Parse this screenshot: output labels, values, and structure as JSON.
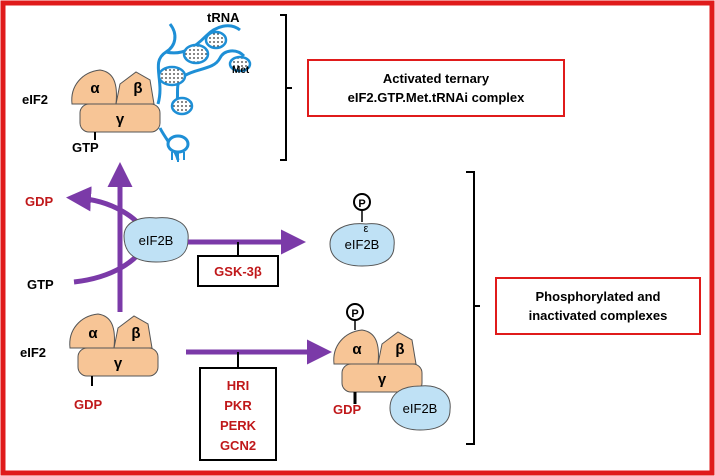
{
  "colors": {
    "frame": "#e01b1b",
    "accent_text": "#c0181a",
    "arrow": "#7b3aa8",
    "subunit_fill": "#f7c596",
    "eif2b_fill": "#bfe1f5",
    "trna_stroke": "#1e8fd6"
  },
  "top_complex": {
    "eif2_label": "eIF2",
    "alpha": "α",
    "beta": "β",
    "gamma": "γ",
    "gtp_label": "GTP",
    "trna_label": "tRNA",
    "met_label": "Met"
  },
  "top_box": {
    "line1": "Activated ternary",
    "line2": "eIF2.GTP.Met.tRNAi complex"
  },
  "exchange": {
    "gdp_out": "GDP",
    "gtp_in": "GTP",
    "eif2b_label": "eIF2B"
  },
  "kinase_box_1": {
    "label": "GSK-3β"
  },
  "phospho_eif2b": {
    "p_label": "P",
    "epsilon": "ε",
    "label": "eIF2B"
  },
  "bottom_left": {
    "eif2_label": "eIF2",
    "alpha": "α",
    "beta": "β",
    "gamma": "γ",
    "gdp_label": "GDP"
  },
  "kinase_box_2": {
    "items": [
      "HRI",
      "PKR",
      "PERK",
      "GCN2"
    ]
  },
  "bottom_right": {
    "p_label": "P",
    "alpha": "α",
    "beta": "β",
    "gamma": "γ",
    "gdp_label": "GDP",
    "eif2b_label": "eIF2B"
  },
  "right_box": {
    "line1": "Phosphorylated and",
    "line2": "inactivated complexes"
  }
}
